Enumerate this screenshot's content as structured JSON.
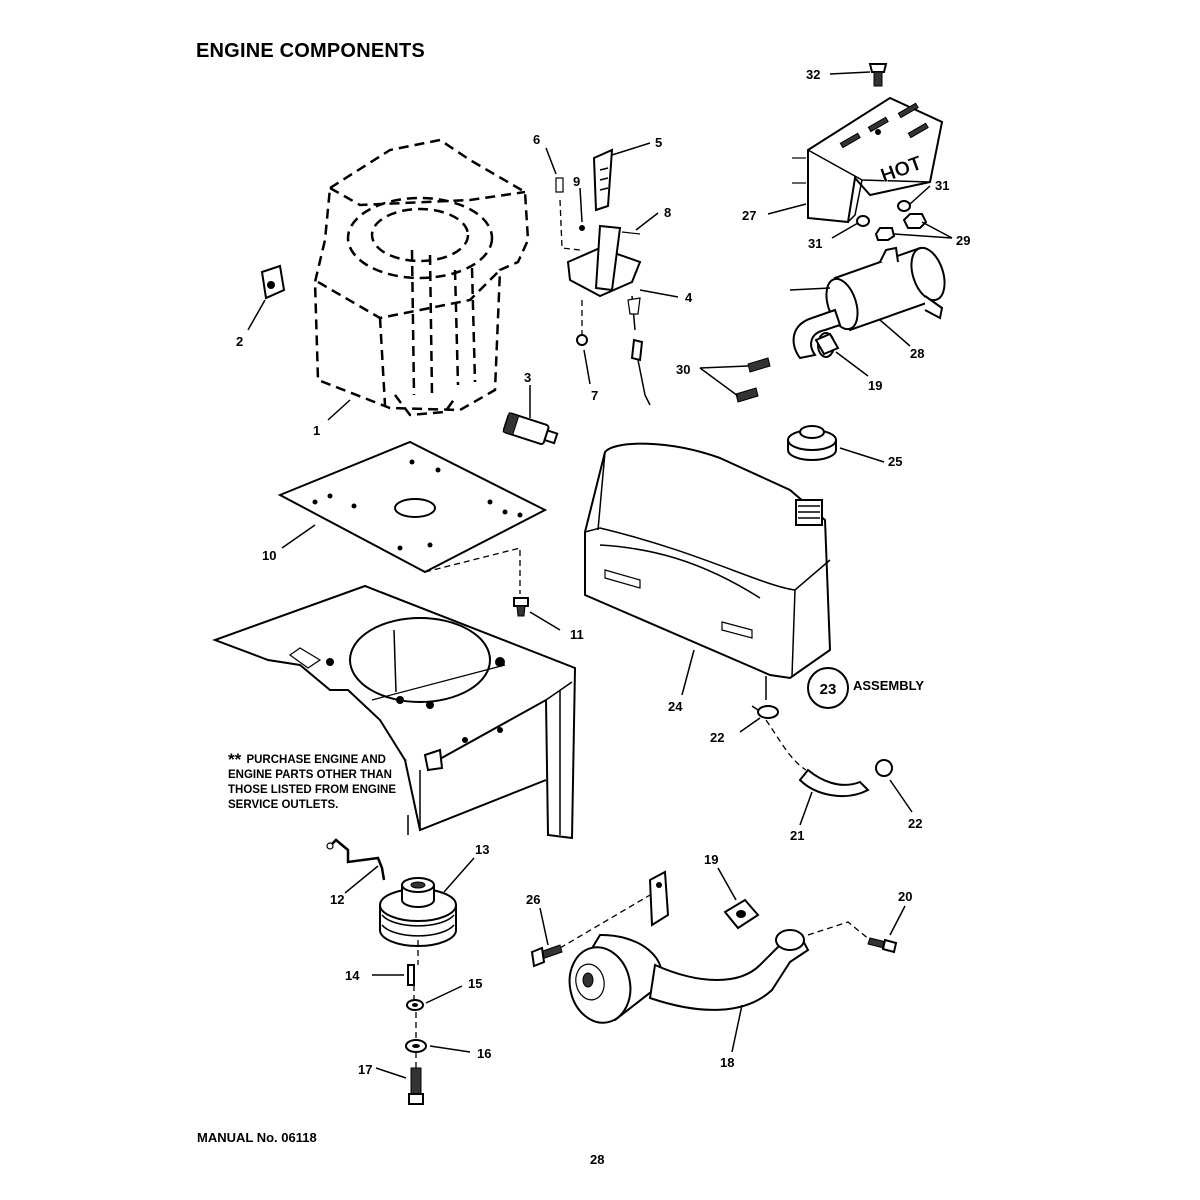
{
  "title": "ENGINE COMPONENTS",
  "note": {
    "stars": "**",
    "text": "PURCHASE ENGINE AND ENGINE PARTS OTHER THAN THOSE LISTED FROM ENGINE SERVICE OUTLETS."
  },
  "footer": {
    "manual": "MANUAL No. 06118",
    "page": "28"
  },
  "decal_text": "HOT",
  "assembly": {
    "number": "23",
    "label": "ASSEMBLY"
  },
  "callouts": {
    "c1": "1",
    "c2": "2",
    "c3": "3",
    "c4": "4",
    "c5": "5",
    "c6": "6",
    "c7": "7",
    "c8": "8",
    "c9": "9",
    "c10": "10",
    "c11": "11",
    "c12": "12",
    "c13": "13",
    "c14": "14",
    "c15": "15",
    "c16": "16",
    "c17": "17",
    "c18": "18",
    "c19a": "19",
    "c19b": "19",
    "c20": "20",
    "c21": "21",
    "c22a": "22",
    "c22b": "22",
    "c24": "24",
    "c25": "25",
    "c26": "26",
    "c27": "27",
    "c28": "28",
    "c29": "29",
    "c30": "30",
    "c31a": "31",
    "c31b": "31",
    "c32": "32"
  }
}
